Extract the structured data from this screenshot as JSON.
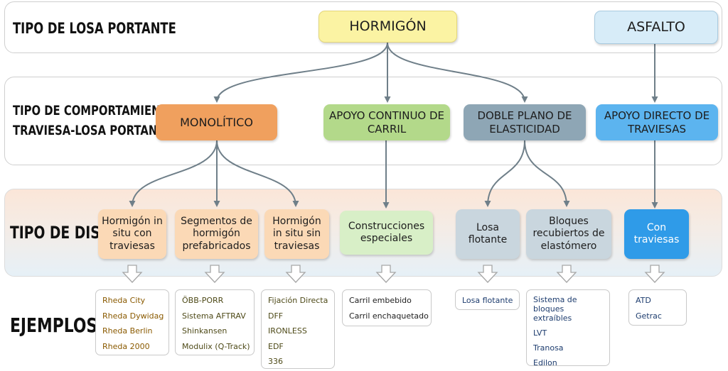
{
  "rows": {
    "losa": "TIPO DE LOSA PORTANTE",
    "comportamiento_l1": "TIPO DE COMPORTAMIENTO",
    "comportamiento_l2": "TRAVIESA-LOSA PORTANTE",
    "diseno": "TIPO DE DISEÑO",
    "ejemplos": "EJEMPLOS"
  },
  "top": {
    "hormigon": "HORMIGÓN",
    "asfalto": "ASFALTO"
  },
  "behavior": {
    "monolitico": "MONOLÍTICO",
    "apoyo_continuo": "APOYO CONTINUO DE CARRIL",
    "doble_plano": "DOBLE PLANO DE ELASTICIDAD",
    "apoyo_directo": "APOYO DIRECTO DE TRAVIESAS"
  },
  "design": {
    "insitu_con": "Hormigón in situ con traviesas",
    "segmentos": "Segmentos de hormigón prefabricados",
    "insitu_sin": "Hormigón in situ sin traviesas",
    "construcciones": "Construcciones especiales",
    "losa_flotante": "Losa flotante",
    "bloques": "Bloques recubiertos de elastómero",
    "con_traviesas": "Con traviesas"
  },
  "examples": {
    "insitu_con": [
      "Rheda City",
      "Rheda Dywidag",
      "Rheda Berlin",
      "Rheda 2000"
    ],
    "segmentos": [
      "ÖBB-PORR",
      "Sistema AFTRAV",
      "Shinkansen",
      "Modulix (Q-Track)"
    ],
    "insitu_sin": [
      "Fijación Directa",
      "DFF",
      "IRONLESS",
      "EDF",
      "336"
    ],
    "construcciones": [
      "Carril embebido",
      "Carril enchaquetado"
    ],
    "losa_flotante": [
      "Losa flotante"
    ],
    "bloques": [
      "Sistema de bloques extraíbles",
      "LVT",
      "Tranosa",
      "Edilon"
    ],
    "con_traviesas": [
      "ATD",
      "Getrac"
    ]
  },
  "colors": {
    "hormigon": "#fbf3a3",
    "asfalto": "#d7ecf8",
    "monolitico": "#f0a05e",
    "apoyo_continuo": "#b3d98a",
    "doble_plano": "#8ea6b5",
    "apoyo_directo": "#5cb4ef",
    "insitu": "#fbd9b6",
    "construcciones": "#d8efc7",
    "losa_flotante": "#c9d6de",
    "con_traviesas": "#2f9be8",
    "arrow": "#6f7f89"
  }
}
